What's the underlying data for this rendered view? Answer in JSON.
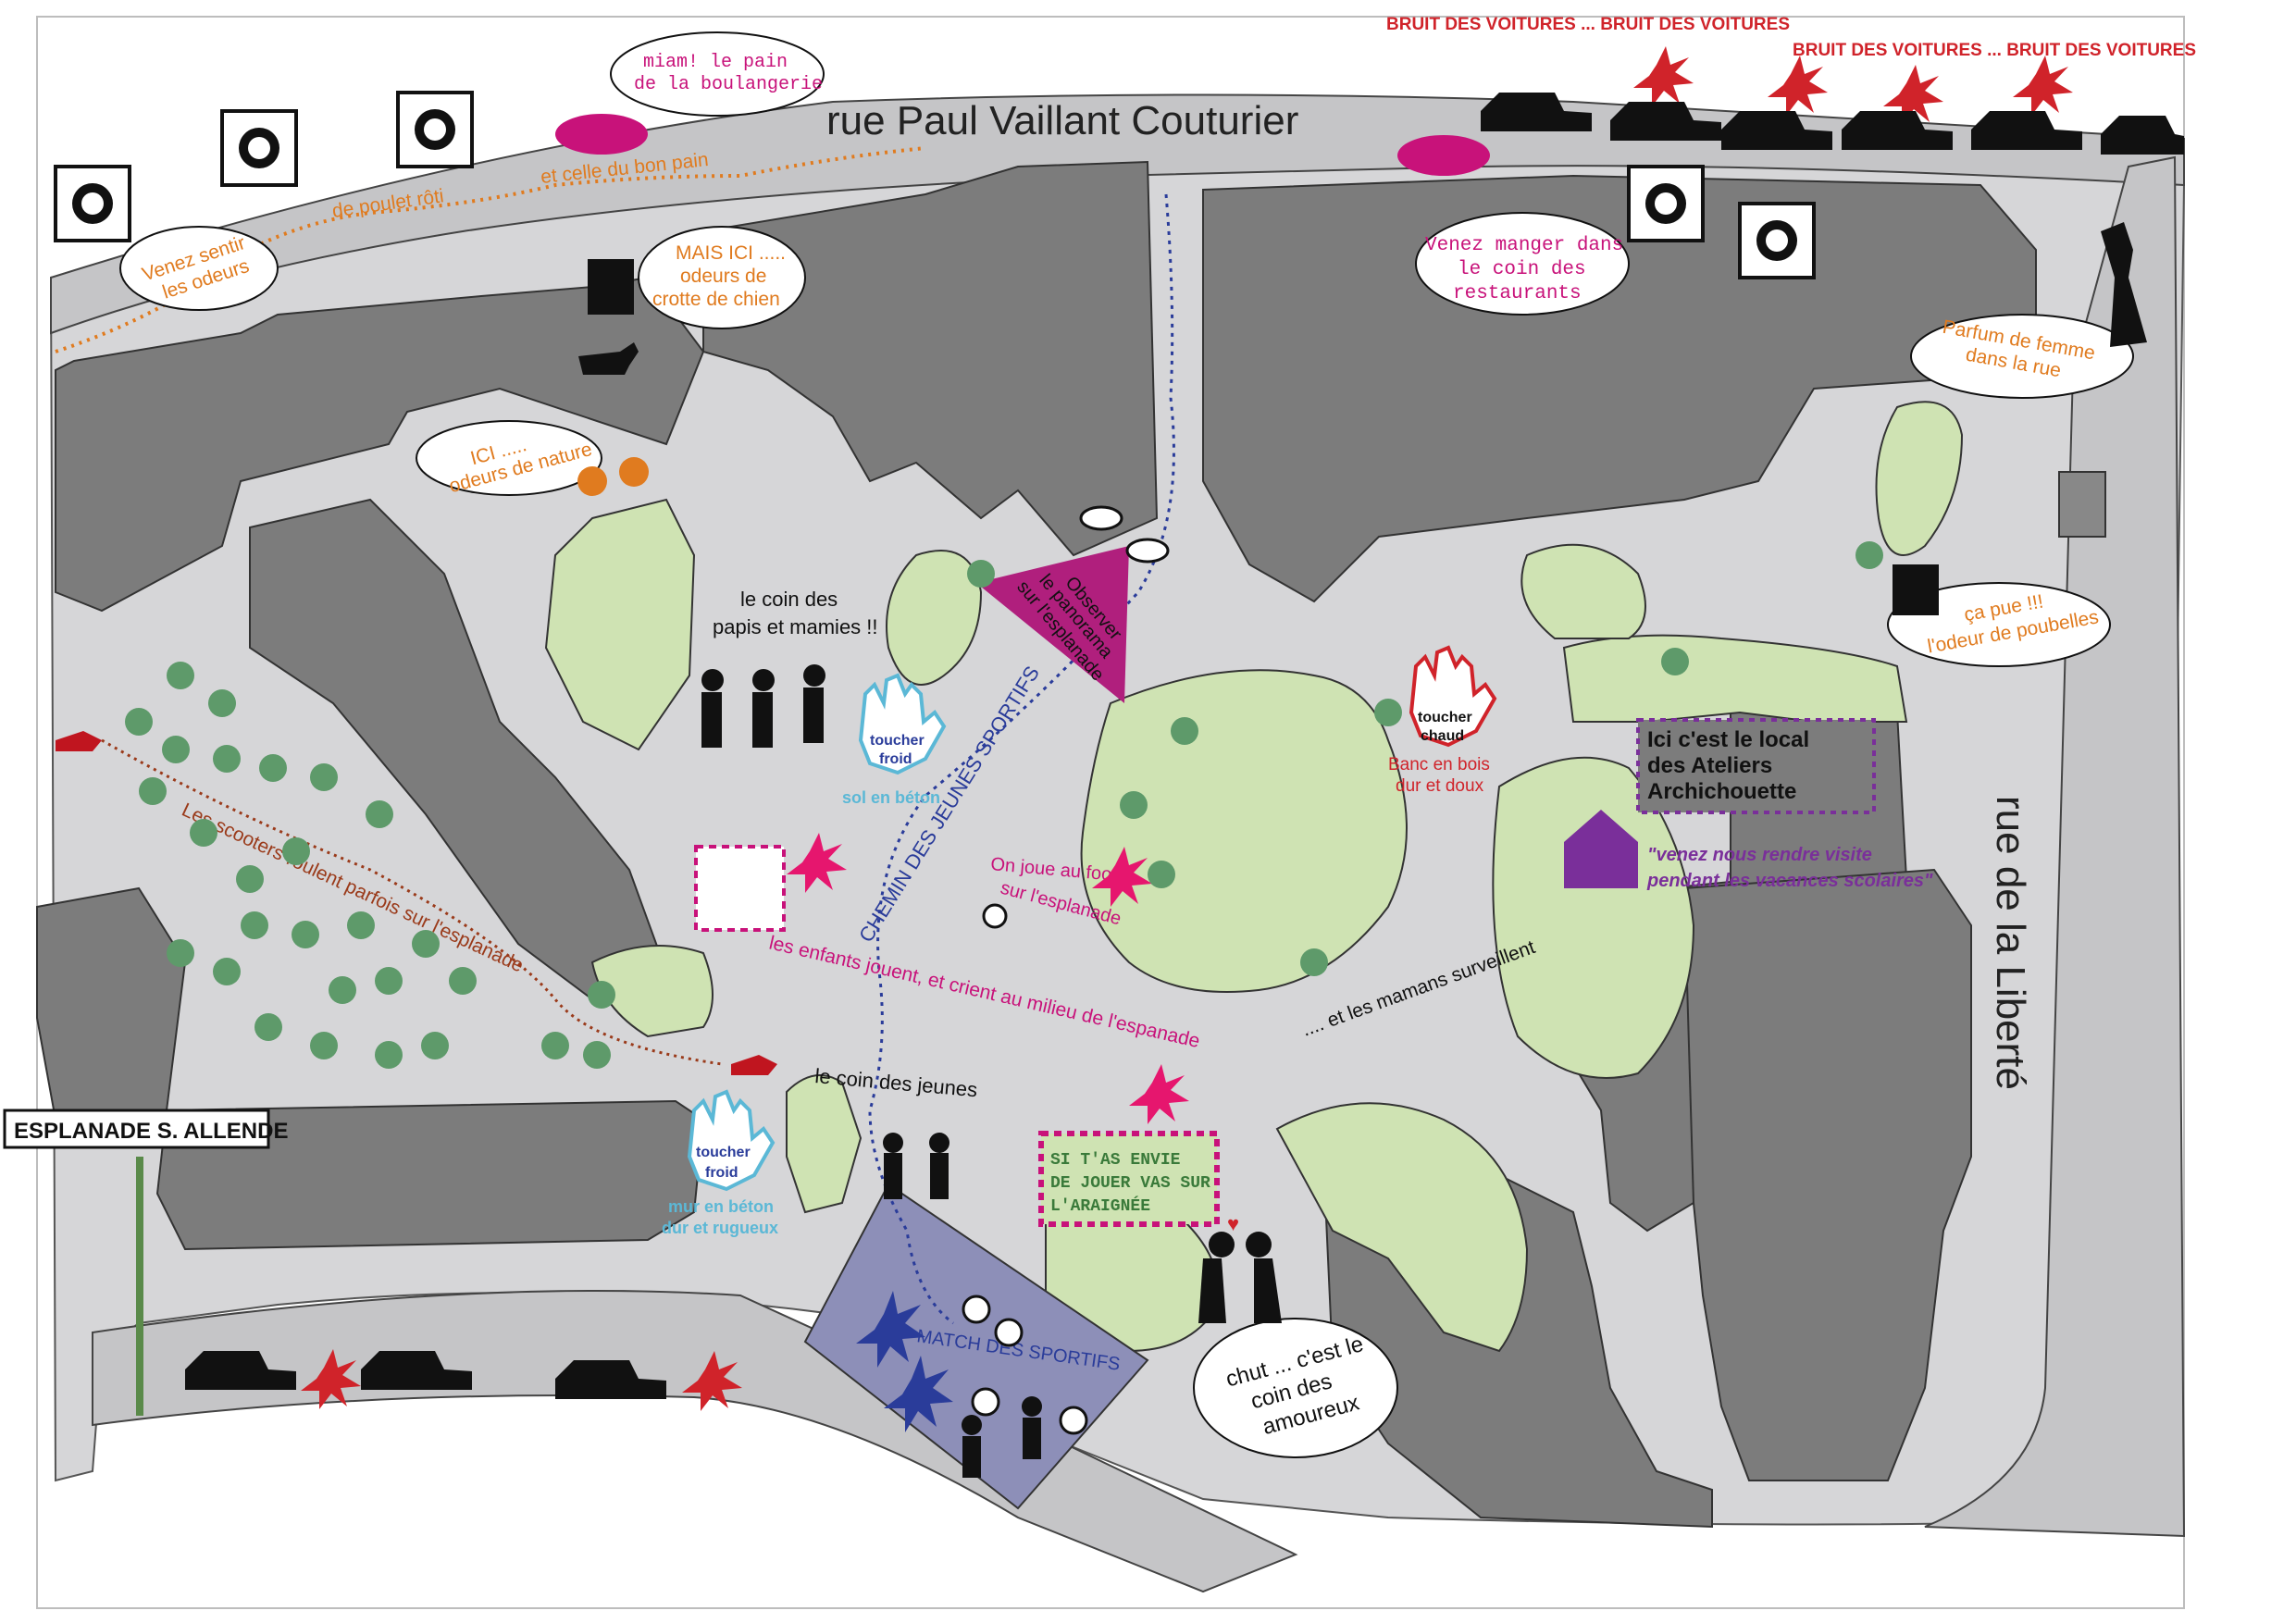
{
  "streets": {
    "top": "rue Paul Vaillant Couturier",
    "right": "rue de la Liberté",
    "sign": "ESPLANADE S. ALLENDE"
  },
  "noise": [
    "BRUIT DES VOITURES ... BRUIT DES VOITURES",
    "BRUIT DES VOITURES ... BRUIT DES VOITURES"
  ],
  "bubbles": {
    "bakery_1": "miam! le pain",
    "bakery_2": "de la boulangerie",
    "smell_1": "Venez sentir",
    "smell_2": "les odeurs",
    "chicken": "de poulet rôti",
    "bread": "et celle du bon pain",
    "dog_1": "MAIS ICI .....",
    "dog_2": "odeurs de",
    "dog_3": "crotte de chien",
    "nature_1": "ICI .....",
    "nature_2": "odeurs de nature",
    "resto_1": "Venez manger dans",
    "resto_2": "le coin des",
    "resto_3": "restaurants",
    "perfume_1": "Parfum de femme",
    "perfume_2": "dans la rue",
    "bins_1": "ça pue !!!",
    "bins_2": "l'odeur de poubelles",
    "lovers_1": "chut ... c'est le",
    "lovers_2": "coin des",
    "lovers_3": "amoureux"
  },
  "labels": {
    "elders_1": "le coin des",
    "elders_2": "papis et mamies !!",
    "cold_floor_1": "toucher",
    "cold_floor_2": "froid",
    "cold_floor_3": "sol en béton",
    "panorama_1": "Observer",
    "panorama_2": "le panorama",
    "panorama_3": "sur l'esplanade",
    "hot_1": "toucher",
    "hot_2": "chaud",
    "bench_1": "Banc en bois",
    "bench_2": "dur et doux",
    "local_1": "Ici c'est le local",
    "local_2": "des Ateliers",
    "local_3": "Archichouette",
    "visit_1": "\"venez nous rendre visite",
    "visit_2": "pendant les vacances scolaires\"",
    "path": "CHEMIN DES JEUNES SPORTIFS",
    "scooters": "Les scooters roulent parfois sur l'esplanade",
    "foot_1": "On joue au foot",
    "foot_2": "sur l'esplanade",
    "children": "les enfants jouent, et crient au milieu de l'espanade",
    "moms": ".... et les mamans surveillent",
    "youth": "le coin des jeunes",
    "cold_wall_1": "toucher",
    "cold_wall_2": "froid",
    "cold_wall_3": "mur en béton",
    "cold_wall_4": "dur et rugueux",
    "spider_1": "SI T'AS ENVIE",
    "spider_2": "DE JOUER VAS SUR",
    "spider_3": "L'ARAIGNÉE",
    "match": "MATCH DES SPORTIFS"
  },
  "colors": {
    "building": "#7c7c7c",
    "ground": "#d6d6d8",
    "green": "#cfe3b3",
    "magenta": "#c8127a",
    "orange": "#e07b1f",
    "red": "#d0232a",
    "court": "#8d8fb8"
  }
}
